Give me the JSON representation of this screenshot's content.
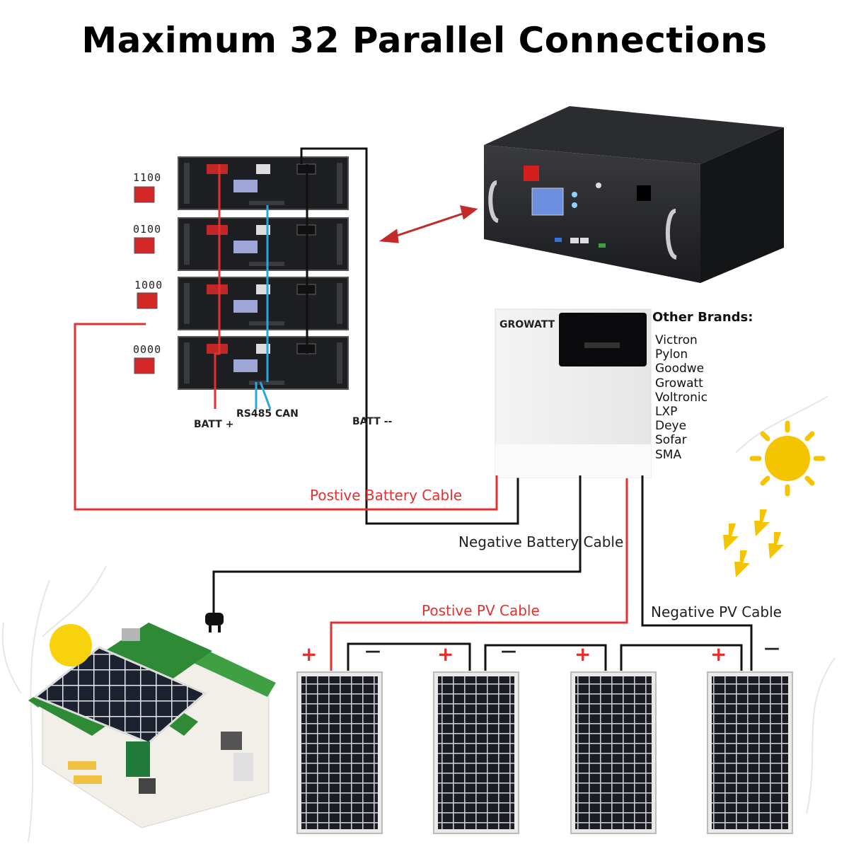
{
  "title": "Maximum 32 Parallel Connections",
  "dip_codes": [
    "1100",
    "0100",
    "1000",
    "0000"
  ],
  "battery_labels": {
    "batt_pos": "BATT +",
    "rs485": "RS485 CAN",
    "batt_neg": "BATT --"
  },
  "inverter": {
    "brand": "GROWATT"
  },
  "other_brands": {
    "heading": "Other Brands:",
    "items": [
      "Victron",
      "Pylon",
      "Goodwe",
      "Growatt",
      "Voltronic",
      "LXP",
      "Deye",
      "Sofar",
      "SMA"
    ]
  },
  "cables": {
    "positive_battery": "Postive Battery Cable",
    "negative_battery": "Negative Battery Cable",
    "positive_pv": "Postive PV Cable",
    "negative_pv": "Negative PV Cable"
  },
  "panel_polarity": {
    "plus": "+",
    "minus": "—"
  },
  "colors": {
    "positive": "#e53030",
    "negative": "#111111",
    "comm": "#2aa7e0",
    "sun": "#f5c400",
    "roof": "#3ea043"
  }
}
